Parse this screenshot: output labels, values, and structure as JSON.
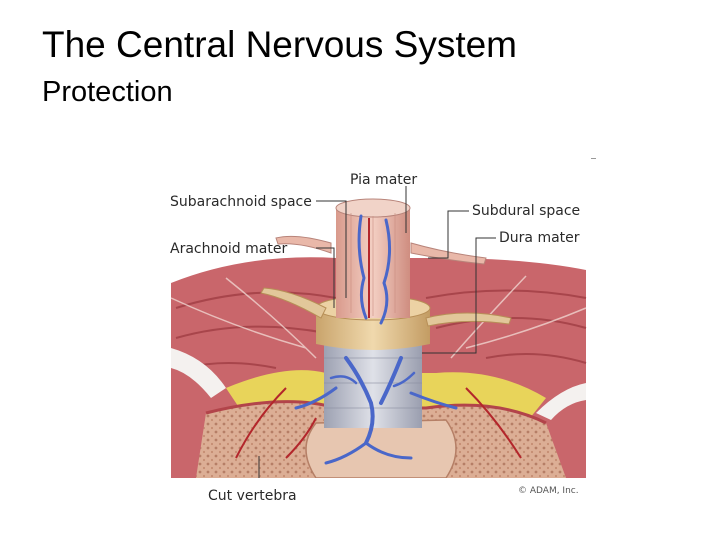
{
  "slide": {
    "title": "The Central Nervous System",
    "subtitle": "Protection"
  },
  "figure": {
    "labels": {
      "pia_mater": "Pia mater",
      "subarachnoid_space": "Subarachnoid space",
      "subdural_space": "Subdural space",
      "arachnoid_mater": "Arachnoid mater",
      "dura_mater": "Dura mater",
      "cut_vertebra": "Cut vertebra"
    },
    "credit": "© ADAM, Inc."
  },
  "colors": {
    "muscle": "#c9666b",
    "muscle_dark": "#a8454b",
    "bone": "#d9a98f",
    "vein": "#4a67c9",
    "dura": "#e2c79a",
    "fat": "#e8d45a",
    "cord": "#e9b8a9",
    "membrane_gray": "#c7c9d3"
  }
}
